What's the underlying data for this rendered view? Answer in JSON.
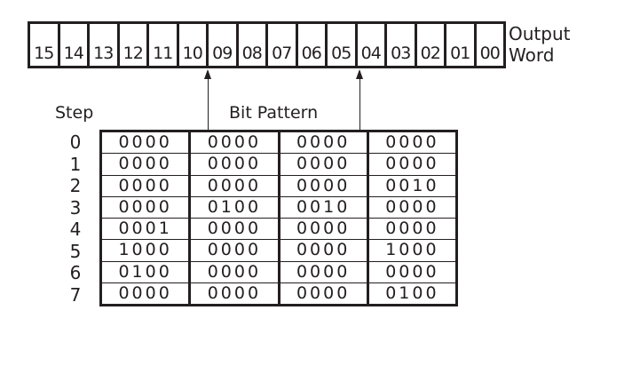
{
  "output_word": {
    "bits": [
      "15",
      "14",
      "13",
      "12",
      "11",
      "10",
      "09",
      "08",
      "07",
      "06",
      "05",
      "04",
      "03",
      "02",
      "01",
      "00"
    ],
    "label_line1": "Output",
    "label_line2": "Word"
  },
  "arrows": [
    {
      "from": "bit-pattern-table",
      "to_bit": "10"
    },
    {
      "from": "bit-pattern-table",
      "to_bit": "04"
    }
  ],
  "headers": {
    "step": "Step",
    "bit_pattern": "Bit Pattern"
  },
  "steps": [
    "0",
    "1",
    "2",
    "3",
    "4",
    "5",
    "6",
    "7"
  ],
  "bit_pattern": [
    [
      "0000",
      "0000",
      "0000",
      "0000"
    ],
    [
      "0000",
      "0000",
      "0000",
      "0000"
    ],
    [
      "0000",
      "0000",
      "0000",
      "0010"
    ],
    [
      "0000",
      "0100",
      "0010",
      "0000"
    ],
    [
      "0001",
      "0000",
      "0000",
      "0000"
    ],
    [
      "1000",
      "0000",
      "0000",
      "1000"
    ],
    [
      "0100",
      "0000",
      "0000",
      "0000"
    ],
    [
      "0000",
      "0000",
      "0000",
      "0100"
    ]
  ],
  "colors": {
    "line": "#231f20",
    "background": "#ffffff"
  }
}
